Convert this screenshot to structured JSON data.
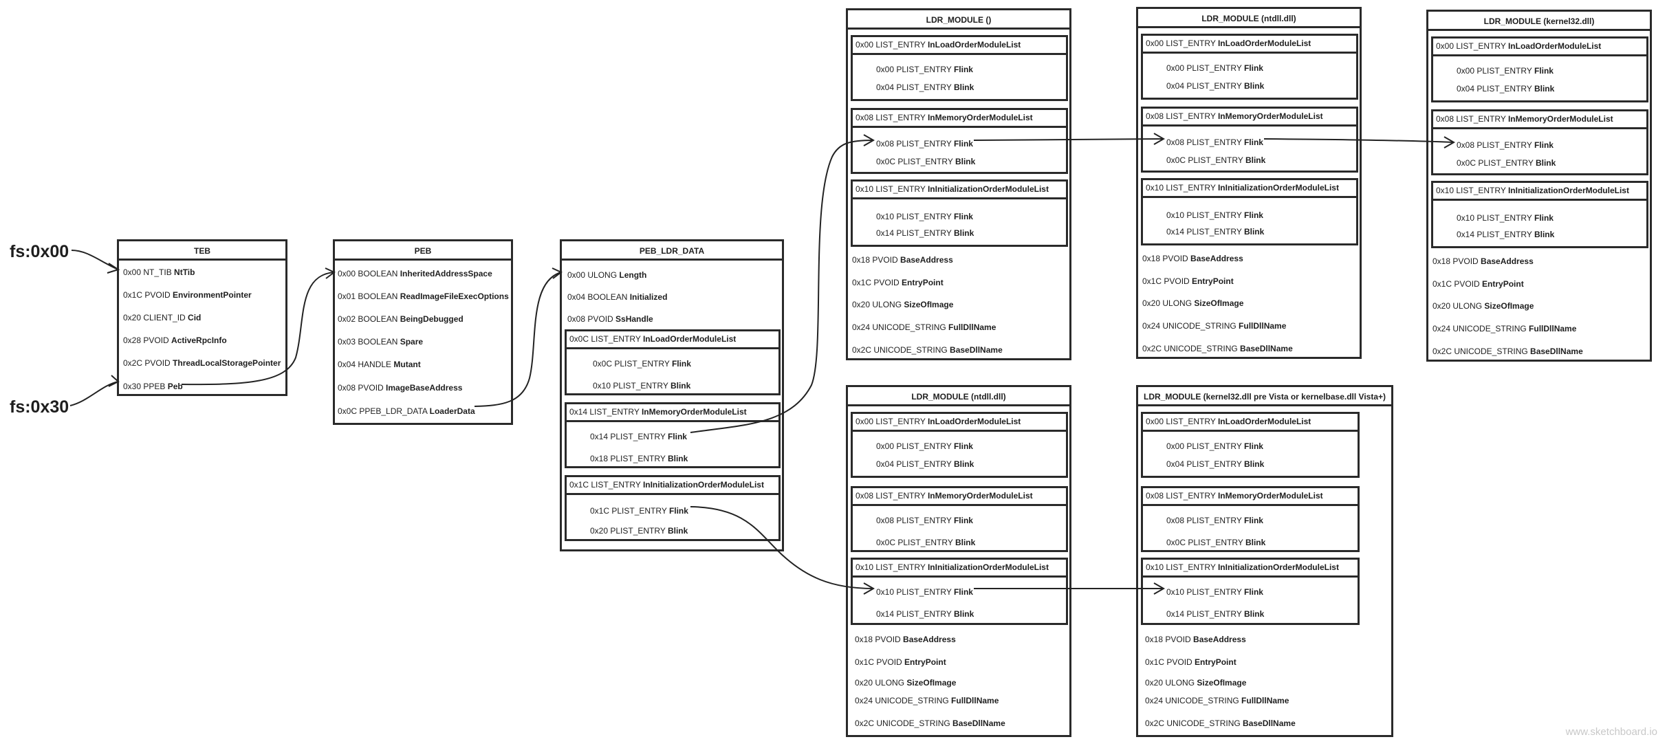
{
  "pointers": {
    "fs00": "fs:0x00",
    "fs30": "fs:0x30"
  },
  "teb": {
    "title": "TEB",
    "rows": [
      {
        "prefix": "0x00 NT_TIB ",
        "name": "NtTib"
      },
      {
        "prefix": "0x1C PVOID ",
        "name": "EnvironmentPointer"
      },
      {
        "prefix": "0x20 CLIENT_ID ",
        "name": "Cid"
      },
      {
        "prefix": "0x28 PVOID ",
        "name": "ActiveRpcInfo"
      },
      {
        "prefix": "0x2C PVOID ",
        "name": "ThreadLocalStoragePointer"
      },
      {
        "prefix": "0x30 PPEB ",
        "name": "Peb"
      }
    ]
  },
  "peb": {
    "title": "PEB",
    "rows": [
      {
        "prefix": "0x00 BOOLEAN ",
        "name": "InheritedAddressSpace"
      },
      {
        "prefix": "0x01 BOOLEAN ",
        "name": "ReadImageFileExecOptions"
      },
      {
        "prefix": "0x02 BOOLEAN ",
        "name": "BeingDebugged"
      },
      {
        "prefix": "0x03 BOOLEAN ",
        "name": "Spare"
      },
      {
        "prefix": "0x04 HANDLE ",
        "name": "Mutant"
      },
      {
        "prefix": "0x08 PVOID ",
        "name": "ImageBaseAddress"
      },
      {
        "prefix": "0x0C PPEB_LDR_DATA ",
        "name": "LoaderData"
      }
    ]
  },
  "ldr": {
    "title": "PEB_LDR_DATA",
    "rows": [
      {
        "prefix": "0x00 ULONG ",
        "name": "Length"
      },
      {
        "prefix": "0x04 BOOLEAN ",
        "name": "Initialized"
      },
      {
        "prefix": "0x08 PVOID ",
        "name": "SsHandle"
      }
    ],
    "lists": [
      {
        "prefix": "0x0C LIST_ENTRY ",
        "name": "InLoadOrderModuleList",
        "flink": {
          "prefix": "0x0C PLIST_ENTRY ",
          "name": "Flink"
        },
        "blink": {
          "prefix": "0x10 PLIST_ENTRY ",
          "name": "Blink"
        }
      },
      {
        "prefix": "0x14 LIST_ENTRY ",
        "name": "InMemoryOrderModuleList",
        "flink": {
          "prefix": "0x14 PLIST_ENTRY ",
          "name": "Flink"
        },
        "blink": {
          "prefix": "0x18 PLIST_ENTRY ",
          "name": "Blink"
        }
      },
      {
        "prefix": "0x1C LIST_ENTRY ",
        "name": "InInitializationOrderModuleList",
        "flink": {
          "prefix": "0x1C PLIST_ENTRY ",
          "name": "Flink"
        },
        "blink": {
          "prefix": "0x20 PLIST_ENTRY ",
          "name": "Blink"
        }
      }
    ]
  },
  "module_lists": [
    {
      "prefix": "0x00 LIST_ENTRY ",
      "name": "InLoadOrderModuleList",
      "flink": {
        "prefix": "0x00 PLIST_ENTRY ",
        "name": "Flink"
      },
      "blink": {
        "prefix": "0x04 PLIST_ENTRY ",
        "name": "Blink"
      }
    },
    {
      "prefix": "0x08 LIST_ENTRY ",
      "name": "InMemoryOrderModuleList",
      "flink": {
        "prefix": "0x08 PLIST_ENTRY ",
        "name": "Flink"
      },
      "blink": {
        "prefix": "0x0C PLIST_ENTRY ",
        "name": "Blink"
      }
    },
    {
      "prefix": "0x10 LIST_ENTRY ",
      "name": "InInitializationOrderModuleList",
      "flink": {
        "prefix": "0x10 PLIST_ENTRY ",
        "name": "Flink"
      },
      "blink": {
        "prefix": "0x14 PLIST_ENTRY ",
        "name": "Blink"
      }
    }
  ],
  "module_fields": [
    {
      "prefix": "0x18 PVOID ",
      "name": "BaseAddress"
    },
    {
      "prefix": "0x1C PVOID ",
      "name": "EntryPoint"
    },
    {
      "prefix": "0x20 ULONG ",
      "name": "SizeOfImage"
    },
    {
      "prefix": "0x24 UNICODE_STRING ",
      "name": "FullDllName"
    },
    {
      "prefix": "0x2C UNICODE_STRING ",
      "name": "BaseDllName"
    }
  ],
  "modules": [
    {
      "id": "m-top-1",
      "title": "LDR_MODULE ()"
    },
    {
      "id": "m-top-2",
      "title": "LDR_MODULE (ntdll.dll)"
    },
    {
      "id": "m-top-3",
      "title": "LDR_MODULE (kernel32.dll)"
    },
    {
      "id": "m-bot-1",
      "title": "LDR_MODULE (ntdll.dll)"
    },
    {
      "id": "m-bot-2",
      "title": "LDR_MODULE (kernel32.dll pre Vista or kernelbase.dll Vista+)"
    }
  ],
  "watermark": "www.sketchboard.io"
}
